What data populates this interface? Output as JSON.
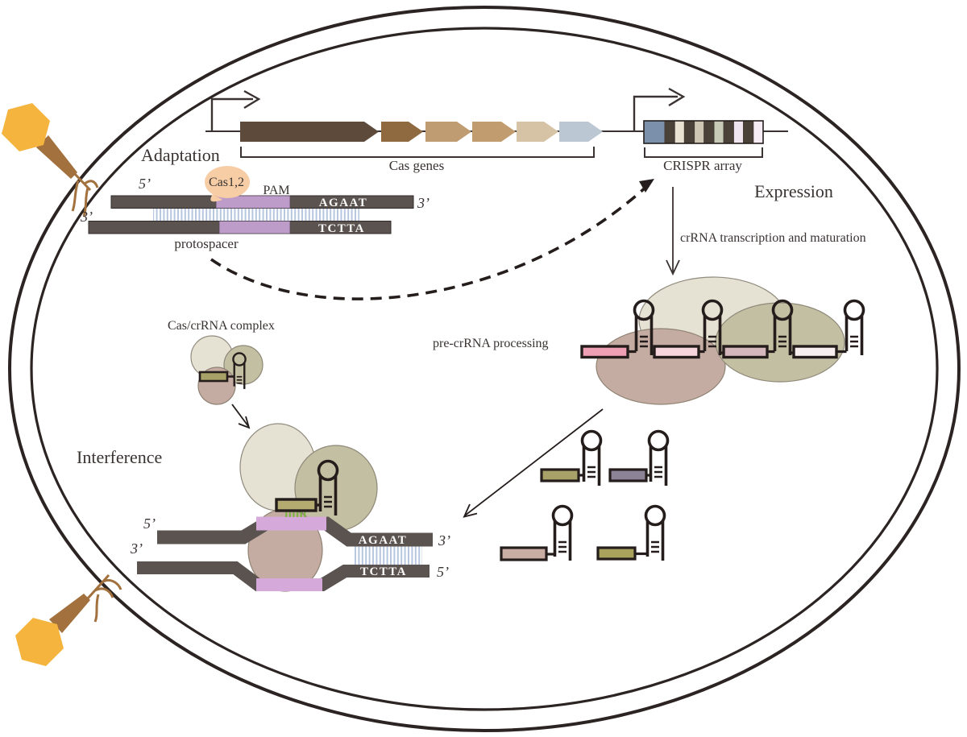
{
  "figure": {
    "labels": {
      "five_prime": "5’",
      "three_prime": "3’"
    },
    "adaptation": {
      "title": "Adaptation",
      "cas12": "Cas1,2",
      "pam": "PAM",
      "protospacer": "protospacer",
      "top_seq": "AGAAT",
      "bottom_seq": "TCTTA"
    },
    "expression": {
      "title": "Expression",
      "arrow_label": "crRNA transcription and maturation",
      "processing_label": "pre-crRNA processing"
    },
    "interference": {
      "title": "Interference",
      "complex_label": "Cas/crRNA complex",
      "top_seq": "AGAAT",
      "bottom_seq": "TCTTA"
    },
    "cas_genes": {
      "label": "Cas genes",
      "genes": [
        {
          "color": "#5d4a3b"
        },
        {
          "color": "#8f6a40"
        },
        {
          "color": "#bf9c72"
        },
        {
          "color": "#c09c6f"
        },
        {
          "color": "#d6c2a4"
        },
        {
          "color": "#bcc7d4"
        }
      ]
    },
    "crispr_array": {
      "label": "CRISPR array",
      "leader_color": "#7b90aa",
      "cells": [
        {
          "type": "repeat",
          "color": "#4a4138"
        },
        {
          "type": "spacer",
          "color": "#e9e1d1"
        },
        {
          "type": "repeat",
          "color": "#4a4138"
        },
        {
          "type": "spacer",
          "color": "#cfc5b3"
        },
        {
          "type": "repeat",
          "color": "#4a4138"
        },
        {
          "type": "spacer",
          "color": "#c6cab7"
        },
        {
          "type": "repeat",
          "color": "#4a4138"
        },
        {
          "type": "spacer",
          "color": "#efe5f1"
        },
        {
          "type": "repeat",
          "color": "#4a4138"
        },
        {
          "type": "spacer",
          "color": "#f6ecf6"
        }
      ]
    },
    "pre_crRNA": {
      "spacer_colors": [
        "#ef9fb4",
        "#f7d5dc",
        "#d4b6bd",
        "#f8eef0"
      ]
    },
    "mature_crRNAs": {
      "colors": [
        "#a8a268",
        "#8c8397",
        "#c9ada3",
        "#a8a25c"
      ]
    },
    "colors": {
      "membrane": "#2b2422",
      "line": "#3a3332",
      "outline": "#241d1c",
      "phage_head": "#f4b43e",
      "phage_tail": "#a2713d",
      "dna_gray": "#5b534f",
      "purple_adaptation": "#bd9cca",
      "purple_interference": "#d5aadb",
      "hatch_blue": "#b7c6df",
      "hatch_green": "#7cb342",
      "peach": "#f7cda6",
      "ellipse_beige": "#e5e2d4",
      "ellipse_brown": "#c4aca2",
      "ellipse_olive": "#c3bfa2",
      "crRNA_complex_fill": "#b3ab70",
      "crRNA_small_fill": "#a9a268"
    }
  }
}
